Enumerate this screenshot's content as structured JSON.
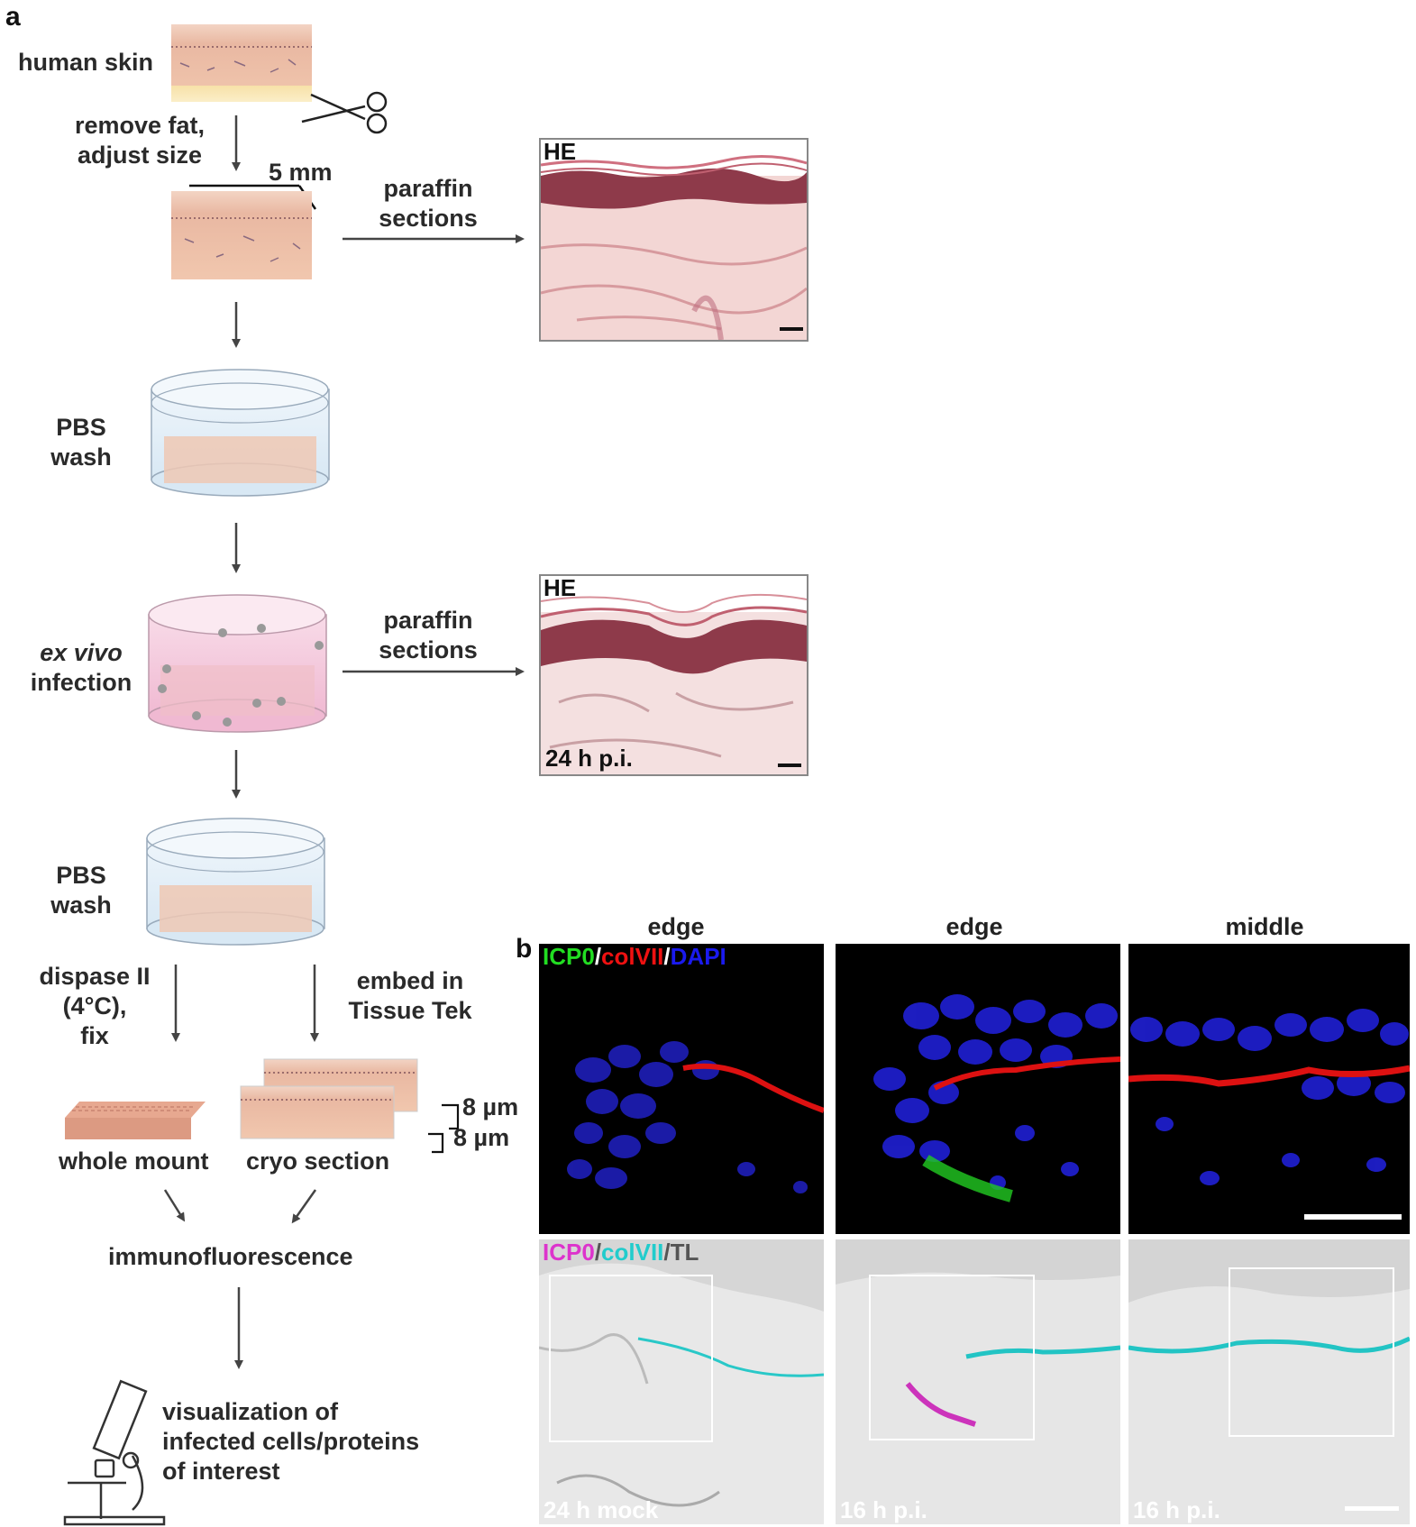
{
  "panel_a": {
    "letter": "a",
    "steps": {
      "human_skin": "human skin",
      "remove_fat_1": "remove fat,",
      "remove_fat_2": "adjust size",
      "size_label": "5 mm",
      "paraffin_1a": "paraffin",
      "paraffin_1b": "sections",
      "pbs_1a": "PBS",
      "pbs_1b": "wash",
      "exvivo_a": "ex vivo",
      "exvivo_b": "infection",
      "paraffin_2a": "paraffin",
      "paraffin_2b": "sections",
      "pbs_2a": "PBS",
      "pbs_2b": "wash",
      "dispase_a": "dispase II",
      "dispase_b": "(4°C),",
      "dispase_c": "fix",
      "embed_a": "embed in",
      "embed_b": "Tissue Tek",
      "thick_1": "8 µm",
      "thick_2": "8 µm",
      "whole_mount": "whole mount",
      "cryo_section": "cryo section",
      "immuno": "immunofluorescence",
      "visual_a": "visualization of",
      "visual_b": "infected cells/proteins",
      "visual_c": "of interest"
    },
    "he_top": {
      "label": "HE"
    },
    "he_bottom": {
      "label": "HE",
      "time": "24 h p.i."
    }
  },
  "panel_b": {
    "letter": "b",
    "columns": [
      "edge",
      "edge",
      "middle"
    ],
    "top_legend": {
      "ch1": "ICP0",
      "sep1": "/",
      "ch2": "colVII",
      "sep2": "/",
      "ch3": "DAPI"
    },
    "bottom_legend": {
      "ch1": "ICP0",
      "sep1": "/",
      "ch2": "colVII",
      "sep2": "/",
      "ch3": "TL"
    },
    "bottom_labels": [
      "24 h mock",
      "16 h p.i.",
      "16 h p.i."
    ],
    "colors": {
      "icp0_top": "#22dd22",
      "colvii_top": "#ee1111",
      "dapi": "#1a1aee",
      "icp0_bottom": "#dd33cc",
      "colvii_bottom": "#22cccc",
      "tl": "#555555"
    }
  }
}
